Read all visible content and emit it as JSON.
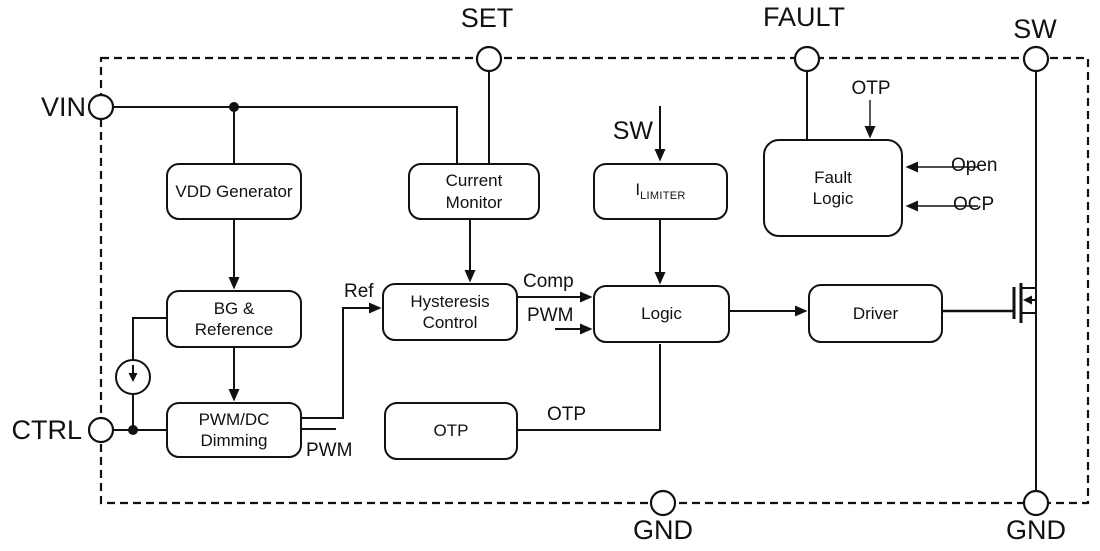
{
  "colors": {
    "line": "#111111",
    "background": "#ffffff"
  },
  "pins": {
    "vin": "VIN",
    "set": "SET",
    "fault": "FAULT",
    "sw": "SW",
    "ctrl": "CTRL",
    "gnd_left": "GND",
    "gnd_right": "GND"
  },
  "blocks": {
    "vdd": "VDD Generator",
    "current_monitor": "Current\nMonitor",
    "ilimiter_main": "I",
    "ilimiter_sub": "LIMITER",
    "fault_logic": "Fault\nLogic",
    "bg_reference": "BG &\nReference",
    "hysteresis": "Hysteresis\nControl",
    "logic": "Logic",
    "driver": "Driver",
    "pwm_dimming": "PWM/DC\nDimming",
    "otp": "OTP"
  },
  "signals": {
    "sw_input": "SW",
    "otp_to_fault": "OTP",
    "open": "Open",
    "ocp": "OCP",
    "ref": "Ref",
    "comp": "Comp",
    "pwm_to_logic": "PWM",
    "pwm_output": "PWM",
    "otp_wire": "OTP"
  }
}
